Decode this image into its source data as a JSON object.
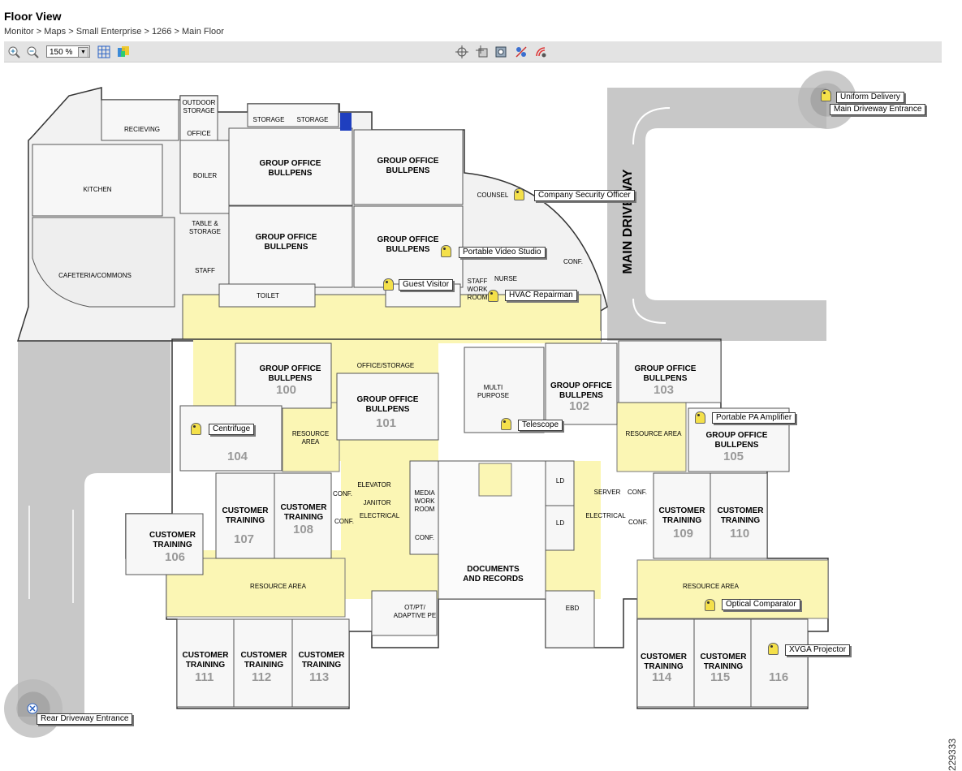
{
  "page": {
    "title": "Floor View",
    "breadcrumb": [
      "Monitor",
      "Maps",
      "Small Enterprise",
      "1266",
      "Main Floor"
    ],
    "separator": " > "
  },
  "toolbar": {
    "zoom_value": "150 %",
    "left_icons": [
      "zoom-in-icon",
      "zoom-out-icon",
      "grid-icon",
      "color-layers-icon"
    ],
    "right_icons": [
      "move-icon",
      "select-icon",
      "fit-icon",
      "tracking-icon",
      "signal-icon"
    ]
  },
  "map": {
    "street_label": "MAIN DRIVEWAY",
    "rooms": {
      "storage1": "STORAGE",
      "storage2": "STORAGE",
      "outdoor": "OUTDOOR STORAGE",
      "recieving": "RECIEVING",
      "office": "OFFICE",
      "boiler": "BOILER",
      "kitchen": "KITCHEN",
      "table_storage": "TABLE & STORAGE",
      "staff": "STAFF",
      "cafeteria": "CAFETERIA/COMMONS",
      "gob1": "GROUP OFFICE BULLPENS",
      "gob2": "GROUP OFFICE BULLPENS",
      "gob3": "GROUP OFFICE BULLPENS",
      "gob4": "GROUP OFFICE BULLPENS",
      "toilet": "TOILET",
      "counsel": "COUNSEL",
      "conf_a": "CONF.",
      "nurse": "NURSE",
      "staff_work": "STAFF WORK ROOM",
      "gob100": "GROUP OFFICE BULLPENS",
      "gob101": "GROUP OFFICE BULLPENS",
      "office_storage": "OFFICE/STORAGE",
      "multi": "MULTI PURPOSE",
      "gob102": "GROUP OFFICE BULLPENS",
      "gob103": "GROUP OFFICE BULLPENS",
      "gob105": "GROUP OFFICE BULLPENS",
      "resource_l": "RESOURCE AREA",
      "resource_r": "RESOURCE AREA",
      "ct107": "CUSTOMER TRAINING",
      "ct108": "CUSTOMER TRAINING",
      "ct106": "CUSTOMER TRAINING",
      "conf_b": "CONF.",
      "elevator": "ELEVATOR",
      "janitor": "JANITOR",
      "electrical": "ELECTRICAL",
      "conf_c": "CONF.",
      "media": "MEDIA WORK ROOM",
      "conf_d": "CONF.",
      "docs": "DOCUMENTS AND RECORDS",
      "ld1": "LD",
      "ld2": "LD",
      "server": "SERVER",
      "conf_e": "CONF.",
      "electrical2": "ELECTRICAL",
      "conf_f": "CONF.",
      "ct109": "CUSTOMER TRAINING",
      "ct110": "CUSTOMER TRAINING",
      "resource_bl": "RESOURCE AREA",
      "resource_br": "RESOURCE AREA",
      "otpt": "OT/PT/ ADAPTIVE PE",
      "ebd": "EBD",
      "ct111": "CUSTOMER TRAINING",
      "ct112": "CUSTOMER TRAINING",
      "ct113": "CUSTOMER TRAINING",
      "ct114": "CUSTOMER TRAINING",
      "ct115": "CUSTOMER TRAINING"
    },
    "room_numbers": {
      "r100": "100",
      "r101": "101",
      "r102": "102",
      "r103": "103",
      "r104": "104",
      "r105": "105",
      "r106": "106",
      "r107": "107",
      "r108": "108",
      "r109": "109",
      "r110": "110",
      "r111": "111",
      "r112": "112",
      "r113": "113",
      "r114": "114",
      "r115": "115",
      "r116": "116"
    },
    "tags": [
      "Uniform Delivery",
      "Main Driveway Entrance",
      "Company Security Officer",
      "Portable Video Studio",
      "Guest Visitor",
      "HVAC Repairman",
      "Centrifuge",
      "Telescope",
      "Portable PA Amplifier",
      "Optical Comparator",
      "XVGA Projector",
      "Rear Driveway Entrance"
    ]
  },
  "figure_id": "229333",
  "colors": {
    "corridor": "#fbf6b4",
    "road": "#c8c8c8",
    "toolbar": "#e3e3e3",
    "marker": "#f4e04a"
  }
}
